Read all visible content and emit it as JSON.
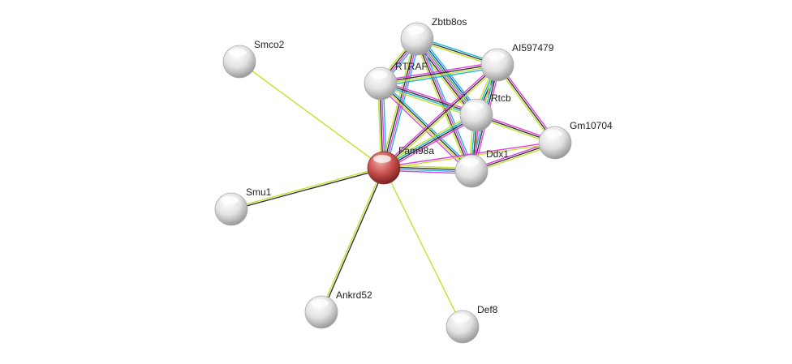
{
  "network": {
    "evidence_colors": {
      "textmining": "#C6E02F",
      "coexpression": "#333333",
      "experiments": "#E040E0",
      "databases": "#20B4E0",
      "neighborhood": "#20C020",
      "cooccurrence": "#2040E0"
    },
    "query_node_color": "#C0504D",
    "nodes": [
      {
        "id": "Fam98a",
        "label": "Fam98a",
        "query": true
      },
      {
        "id": "Zbtb8os",
        "label": "Zbtb8os"
      },
      {
        "id": "AI597479",
        "label": "AI597479"
      },
      {
        "id": "Smco2",
        "label": "Smco2"
      },
      {
        "id": "RTRAF",
        "label": "RTRAF"
      },
      {
        "id": "Rtcb",
        "label": "Rtcb"
      },
      {
        "id": "Gm10704",
        "label": "Gm10704"
      },
      {
        "id": "Ddx1",
        "label": "Ddx1"
      },
      {
        "id": "Smu1",
        "label": "Smu1"
      },
      {
        "id": "Ankrd52",
        "label": "Ankrd52"
      },
      {
        "id": "Def8",
        "label": "Def8"
      }
    ],
    "edges": [
      {
        "a": "Zbtb8os",
        "b": "AI597479",
        "types": [
          "databases",
          "coexpression",
          "textmining"
        ]
      },
      {
        "a": "Zbtb8os",
        "b": "RTRAF",
        "types": [
          "databases",
          "experiments",
          "coexpression",
          "textmining"
        ]
      },
      {
        "a": "Zbtb8os",
        "b": "Rtcb",
        "types": [
          "databases",
          "cooccurrence",
          "neighborhood",
          "experiments",
          "coexpression",
          "textmining"
        ]
      },
      {
        "a": "Zbtb8os",
        "b": "Ddx1",
        "types": [
          "databases",
          "experiments",
          "coexpression",
          "textmining"
        ]
      },
      {
        "a": "Zbtb8os",
        "b": "Fam98a",
        "types": [
          "databases",
          "experiments",
          "coexpression",
          "textmining"
        ]
      },
      {
        "a": "RTRAF",
        "b": "AI597479",
        "types": [
          "experiments",
          "coexpression",
          "textmining",
          "databases"
        ]
      },
      {
        "a": "RTRAF",
        "b": "Rtcb",
        "types": [
          "experiments",
          "coexpression",
          "databases",
          "textmining"
        ]
      },
      {
        "a": "RTRAF",
        "b": "Ddx1",
        "types": [
          "databases",
          "coexpression",
          "textmining",
          "experiments"
        ]
      },
      {
        "a": "RTRAF",
        "b": "Fam98a",
        "types": [
          "databases",
          "experiments",
          "coexpression",
          "textmining"
        ]
      },
      {
        "a": "AI597479",
        "b": "Rtcb",
        "types": [
          "experiments",
          "coexpression",
          "databases",
          "textmining"
        ]
      },
      {
        "a": "AI597479",
        "b": "Ddx1",
        "types": [
          "experiments",
          "coexpression",
          "databases",
          "textmining"
        ]
      },
      {
        "a": "AI597479",
        "b": "Fam98a",
        "types": [
          "textmining",
          "coexpression",
          "experiments"
        ]
      },
      {
        "a": "AI597479",
        "b": "Gm10704",
        "types": [
          "experiments",
          "coexpression",
          "textmining"
        ]
      },
      {
        "a": "Rtcb",
        "b": "Ddx1",
        "types": [
          "experiments",
          "coexpression",
          "databases",
          "textmining"
        ]
      },
      {
        "a": "Rtcb",
        "b": "Fam98a",
        "types": [
          "experiments",
          "coexpression",
          "databases",
          "textmining"
        ]
      },
      {
        "a": "Rtcb",
        "b": "Gm10704",
        "types": [
          "experiments",
          "coexpression",
          "textmining"
        ]
      },
      {
        "a": "Ddx1",
        "b": "Fam98a",
        "types": [
          "experiments",
          "databases",
          "coexpression",
          "textmining"
        ]
      },
      {
        "a": "Ddx1",
        "b": "Gm10704",
        "types": [
          "experiments",
          "coexpression",
          "textmining"
        ]
      },
      {
        "a": "Fam98a",
        "b": "Gm10704",
        "types": [
          "experiments",
          "textmining"
        ]
      },
      {
        "a": "Fam98a",
        "b": "Smco2",
        "types": [
          "textmining"
        ]
      },
      {
        "a": "Fam98a",
        "b": "Smu1",
        "types": [
          "coexpression",
          "textmining"
        ]
      },
      {
        "a": "Fam98a",
        "b": "Ankrd52",
        "types": [
          "coexpression",
          "textmining"
        ]
      },
      {
        "a": "Fam98a",
        "b": "Def8",
        "types": [
          "textmining"
        ]
      }
    ]
  }
}
